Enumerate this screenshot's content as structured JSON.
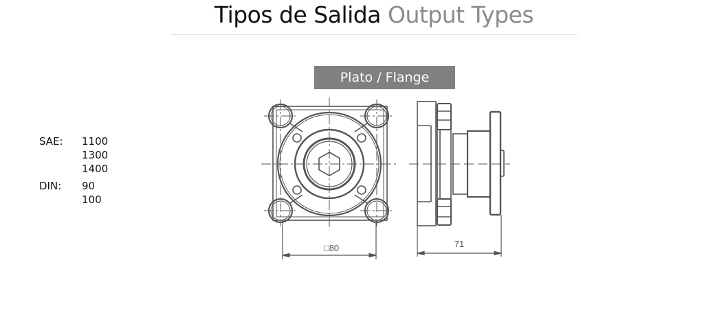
{
  "header": {
    "title_es": "Tipos de Salida",
    "title_en": "Output Types"
  },
  "badge": {
    "label": "Plato / Flange"
  },
  "specs": [
    {
      "label": "SAE:",
      "values": [
        "1100",
        "1300",
        "1400"
      ]
    },
    {
      "label": "DIN:",
      "values": [
        "90",
        "100"
      ]
    }
  ],
  "drawing": {
    "front_view": {
      "dimension_label": "□80"
    },
    "side_view": {
      "dimension_label": "71"
    },
    "line_color": "#555555"
  }
}
